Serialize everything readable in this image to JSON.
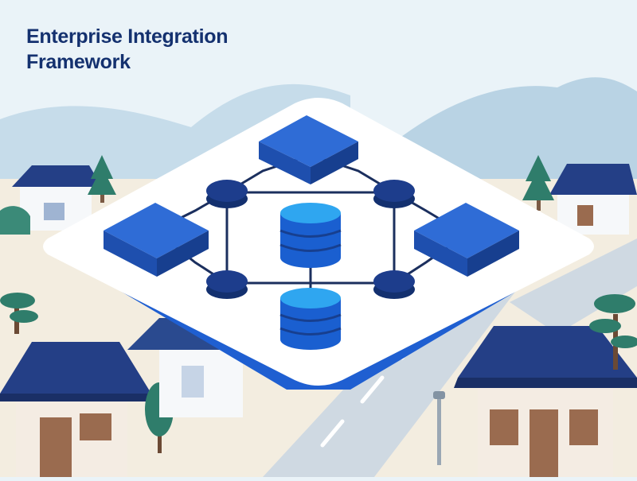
{
  "title_lines": [
    "Enterprise Integration",
    "Framework"
  ],
  "diagram": {
    "nodes": [
      {
        "kind": "server-block",
        "name": "top-server-block"
      },
      {
        "kind": "server-block",
        "name": "left-server-block"
      },
      {
        "kind": "server-block",
        "name": "right-server-block"
      },
      {
        "kind": "connector-node",
        "name": "connector-node-upper-left"
      },
      {
        "kind": "connector-node",
        "name": "connector-node-upper-right"
      },
      {
        "kind": "connector-node",
        "name": "connector-node-lower-left"
      },
      {
        "kind": "connector-node",
        "name": "connector-node-lower-right"
      },
      {
        "kind": "database",
        "name": "database-upper"
      },
      {
        "kind": "database",
        "name": "database-lower"
      }
    ]
  },
  "colors": {
    "title": "#14316f",
    "sky": "#eaf3f8",
    "mountains": "#bcd6e6",
    "platform": "#ffffff",
    "platform_edge": "#1f5fd1",
    "block_top": "#2f6cd6",
    "block_side": "#173f8f",
    "node": "#1d3d8c",
    "database": "#2fa6f0",
    "database_dark": "#1a5fd0",
    "line": "#1b2f5e",
    "roof": "#243f86",
    "wall": "#f1f4f7",
    "wood": "#9a6b4f",
    "tree": "#2f7d6b",
    "road": "#c7d3dd"
  }
}
